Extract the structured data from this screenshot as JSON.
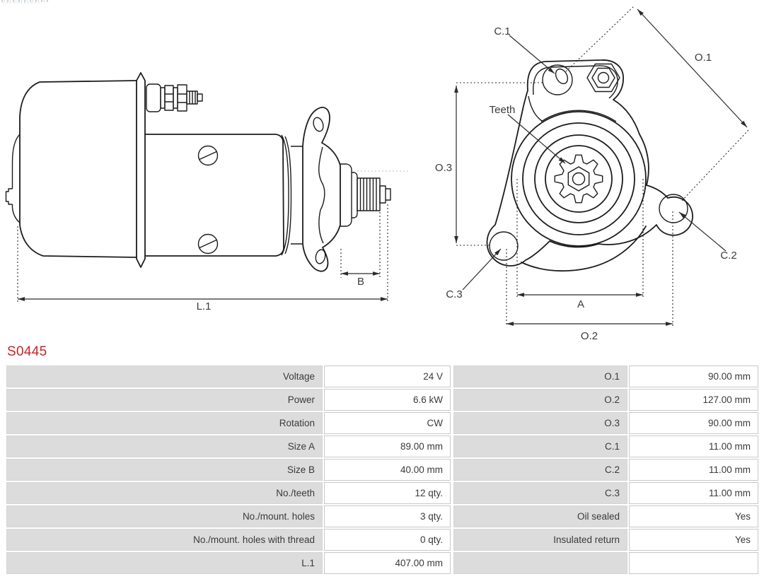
{
  "part_number": "S0445",
  "colors": {
    "part_number_red": "#cc2222",
    "table_label_bg": "#dcdcdc",
    "table_text": "#3a3a3a",
    "drawing_line": "#1c1c1c"
  },
  "diagrams": {
    "side_view": {
      "length_label": "L.1",
      "width_label": "B"
    },
    "front_view": {
      "c1": "C.1",
      "c2": "C.2",
      "c3": "C.3",
      "o1": "O.1",
      "o2": "O.2",
      "o3": "O.3",
      "a": "A",
      "teeth": "Teeth"
    }
  },
  "spec_table": {
    "rows": [
      {
        "label_left": "Voltage",
        "value_left": "24 V",
        "label_right": "O.1",
        "value_right": "90.00 mm"
      },
      {
        "label_left": "Power",
        "value_left": "6.6 kW",
        "label_right": "O.2",
        "value_right": "127.00 mm"
      },
      {
        "label_left": "Rotation",
        "value_left": "CW",
        "label_right": "O.3",
        "value_right": "90.00 mm"
      },
      {
        "label_left": "Size A",
        "value_left": "89.00 mm",
        "label_right": "C.1",
        "value_right": "11.00 mm"
      },
      {
        "label_left": "Size B",
        "value_left": "40.00 mm",
        "label_right": "C.2",
        "value_right": "11.00 mm"
      },
      {
        "label_left": "No./teeth",
        "value_left": "12 qty.",
        "label_right": "C.3",
        "value_right": "11.00 mm"
      },
      {
        "label_left": "No./mount. holes",
        "value_left": "3 qty.",
        "label_right": "Oil sealed",
        "value_right": "Yes"
      },
      {
        "label_left": "No./mount. holes with thread",
        "value_left": "0 qty.",
        "label_right": "Insulated return",
        "value_right": "Yes"
      },
      {
        "label_left": "L.1",
        "value_left": "407.00 mm",
        "label_right": "",
        "value_right": ""
      }
    ]
  }
}
